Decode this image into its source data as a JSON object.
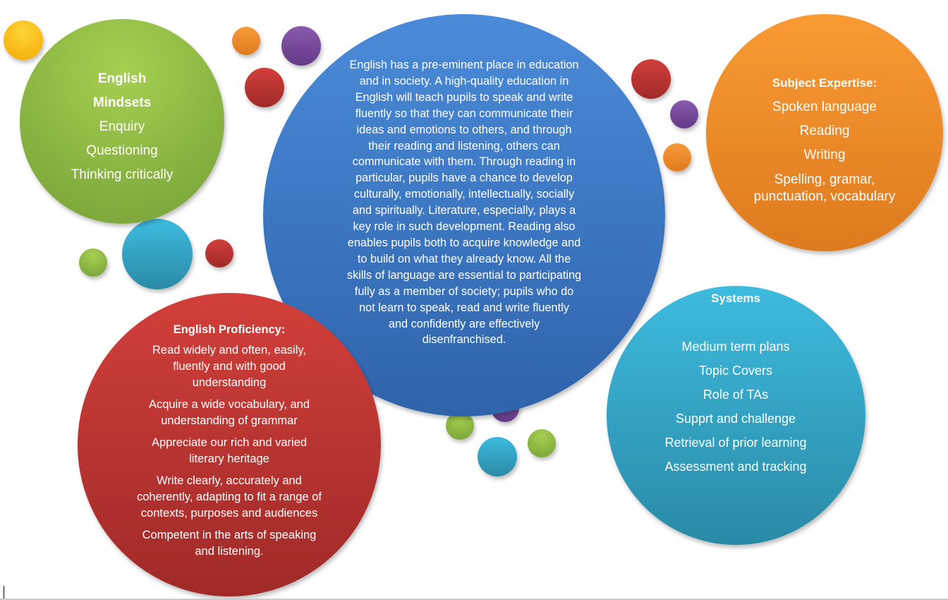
{
  "mindsets": {
    "title_lines": [
      "English",
      "Mindsets"
    ],
    "items": [
      "Enquiry",
      "Questioning",
      "Thinking critically"
    ]
  },
  "center": {
    "lines": [
      "English has a pre-eminent place in education",
      "and in society. A high-quality education in",
      "English will teach pupils to speak and write",
      "fluently so that they can communicate their",
      "ideas and emotions to others, and through",
      "their reading and listening, others can",
      "communicate with them. Through reading in",
      "particular, pupils have a chance to develop",
      "culturally, emotionally, intellectually, socially",
      "and spiritually. Literature, especially, plays a",
      "key role in such development. Reading also",
      "enables pupils both to acquire knowledge and",
      "to build on what they already know. All the",
      "skills of language are essential to participating",
      "fully as a member of society; pupils who do",
      "not learn to speak, read and write fluently",
      "and confidently are effectively",
      "disenfranchised."
    ]
  },
  "expertise": {
    "title": "Subject Expertise:",
    "items": [
      "Spoken  language",
      "Reading",
      "Writing"
    ],
    "last_lines": [
      "Spelling, gramar,",
      "punctuation, vocabulary"
    ]
  },
  "proficiency": {
    "title": "English  Proficiency:",
    "items": [
      [
        "Read widely and often, easily,",
        "fluently and with good",
        "understanding"
      ],
      [
        "Acquire a wide vocabulary, and",
        "understanding of grammar"
      ],
      [
        "Appreciate our rich and varied",
        "literary heritage"
      ],
      [
        "Write clearly, accurately and",
        "coherently, adapting to fit a range of",
        "contexts, purposes and audiences"
      ],
      [
        "Competent in the arts of speaking",
        "and listening."
      ]
    ]
  },
  "systems": {
    "title": "Systems",
    "items": [
      "Medium term plans",
      "Topic Covers",
      "Role of TAs",
      "Supprt and challenge",
      "Retrieval of prior learning",
      "Assessment and tracking"
    ]
  }
}
